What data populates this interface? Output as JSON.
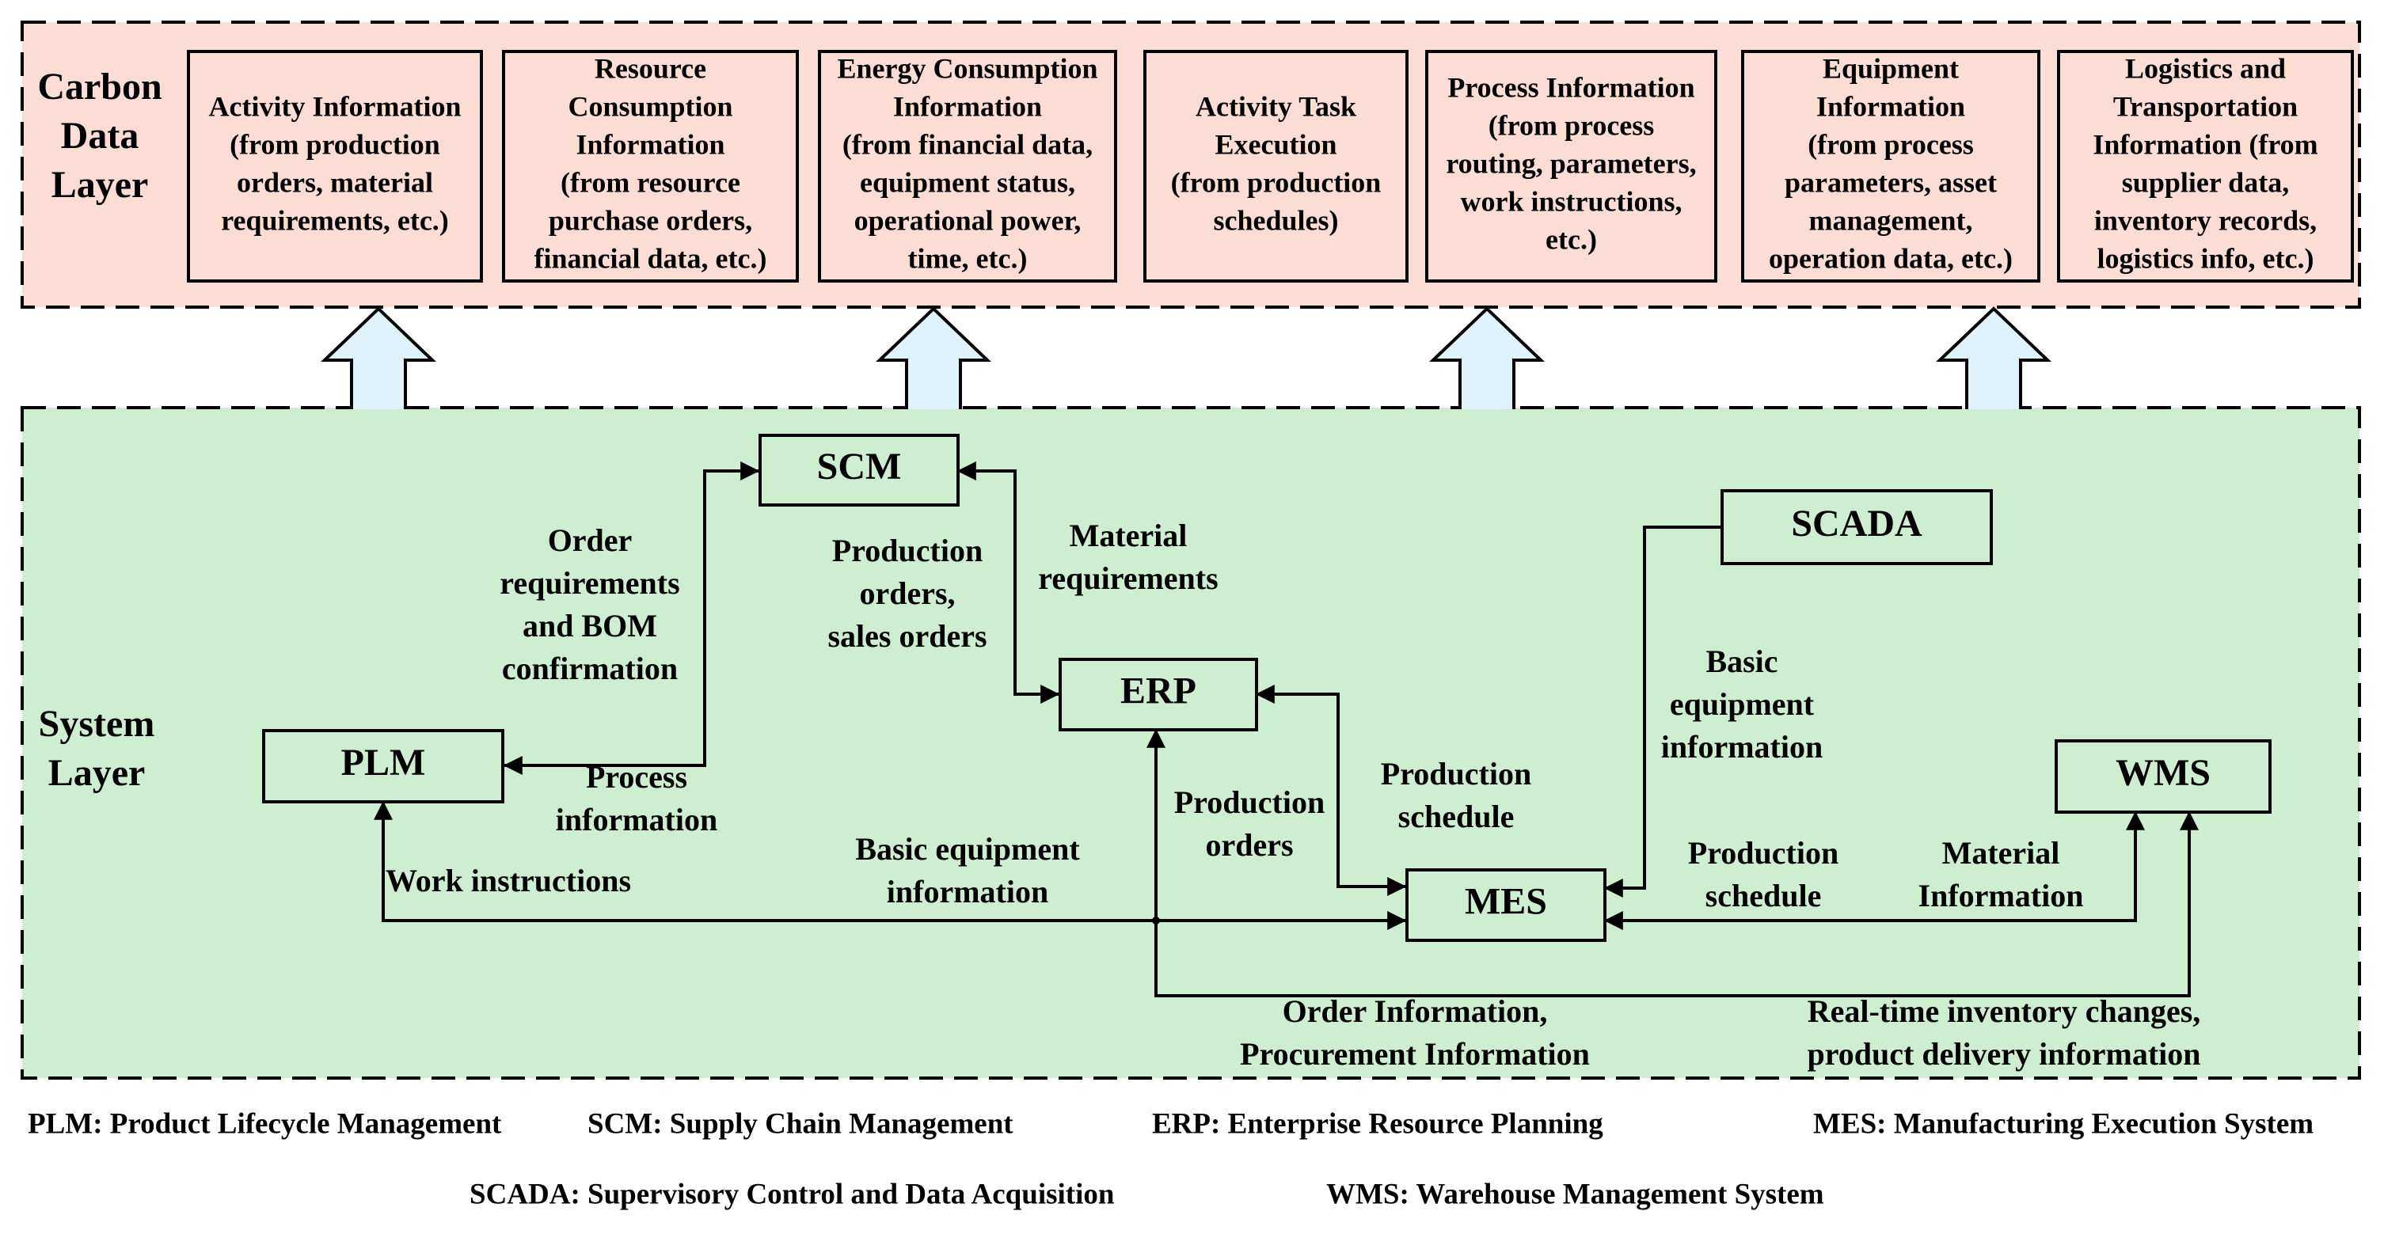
{
  "carbon_layer": {
    "title_lines": [
      "Carbon",
      "Data",
      "Layer"
    ],
    "fill": "#fcddd3",
    "cards": [
      {
        "lines": [
          "Activity Information",
          "(from production",
          "orders, material",
          "requirements, etc.)"
        ]
      },
      {
        "lines": [
          "Resource",
          "Consumption",
          "Information",
          "(from resource",
          "purchase orders,",
          "financial data, etc.)"
        ]
      },
      {
        "lines": [
          "Energy Consumption",
          "Information",
          "(from financial data,",
          "equipment status,",
          "operational power,",
          "time, etc.)"
        ]
      },
      {
        "lines": [
          "Activity Task",
          "Execution",
          "(from production",
          "schedules)"
        ]
      },
      {
        "lines": [
          "Process Information",
          "(from process",
          "routing, parameters,",
          "work instructions,",
          "etc.)"
        ]
      },
      {
        "lines": [
          "Equipment",
          "Information",
          "(from process",
          "parameters, asset",
          "management,",
          "operation data, etc.)"
        ]
      },
      {
        "lines": [
          "Logistics and",
          "Transportation",
          "Information (from",
          "supplier data,",
          "inventory records,",
          "logistics info, etc.)"
        ]
      }
    ]
  },
  "system_layer": {
    "title_lines": [
      "System",
      "Layer"
    ],
    "fill": "#cdefd0",
    "arrow_fill": "#dff3fb",
    "systems": {
      "scm": "SCM",
      "erp": "ERP",
      "plm": "PLM",
      "mes": "MES",
      "scada": "SCADA",
      "wms": "WMS"
    },
    "labels": {
      "order_req": [
        "Order",
        "requirements",
        "and BOM",
        "confirmation"
      ],
      "prod_sales": [
        "Production",
        "orders,",
        "sales orders"
      ],
      "material_req": [
        "Material",
        "requirements"
      ],
      "process_info": [
        "Process",
        "information"
      ],
      "work_instr": [
        "Work instructions"
      ],
      "basic_equip_mid": [
        "Basic equipment",
        "information"
      ],
      "prod_orders": [
        "Production",
        "orders"
      ],
      "prod_schedule_erp": [
        "Production",
        "schedule"
      ],
      "basic_equip_scada": [
        "Basic",
        "equipment",
        "information"
      ],
      "prod_schedule_wms": [
        "Production",
        "schedule"
      ],
      "material_info": [
        "Material",
        "Information"
      ],
      "order_proc": [
        "Order Information,",
        "Procurement Information"
      ],
      "realtime_inv": [
        "Real-time inventory changes,",
        "product delivery information"
      ]
    }
  },
  "footer": {
    "row1": [
      "PLM: Product Lifecycle Management",
      "SCM: Supply Chain Management",
      "ERP: Enterprise Resource Planning",
      "MES: Manufacturing Execution System"
    ],
    "row2": [
      "SCADA: Supervisory Control and Data Acquisition",
      "WMS: Warehouse Management System"
    ]
  }
}
